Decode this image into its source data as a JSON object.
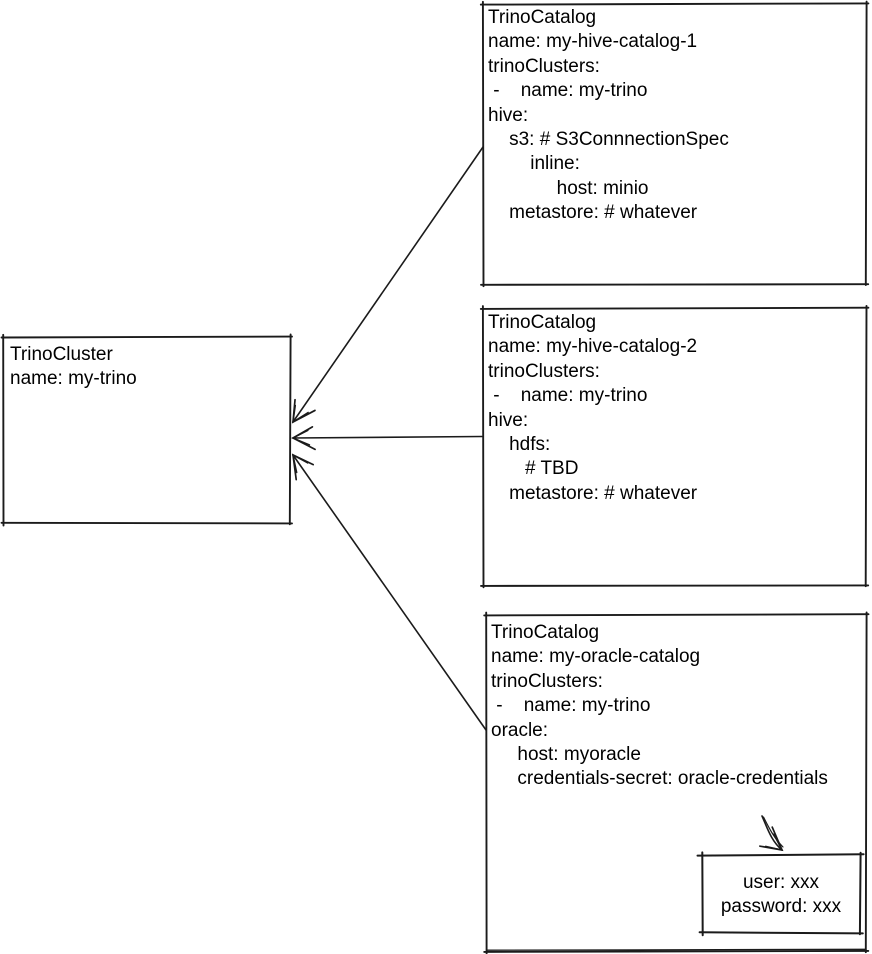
{
  "colors": {
    "stroke": "#1b1b1b",
    "text": "#000000",
    "background": "#ffffff"
  },
  "nodes": {
    "cluster": {
      "kind": "TrinoCluster",
      "lines": [
        "TrinoCluster",
        "name: my-trino"
      ]
    },
    "catalog1": {
      "kind": "TrinoCatalog",
      "lines": [
        "TrinoCatalog",
        "name: my-hive-catalog-1",
        "trinoClusters:",
        " -    name: my-trino",
        "hive:",
        "    s3: # S3ConnnectionSpec",
        "        inline:",
        "             host: minio",
        "    metastore: # whatever"
      ]
    },
    "catalog2": {
      "kind": "TrinoCatalog",
      "lines": [
        "TrinoCatalog",
        "name: my-hive-catalog-2",
        "trinoClusters:",
        " -    name: my-trino",
        "hive:",
        "    hdfs:",
        "       # TBD",
        "    metastore: # whatever"
      ]
    },
    "catalog3": {
      "kind": "TrinoCatalog",
      "lines": [
        "TrinoCatalog",
        "name: my-oracle-catalog",
        "trinoClusters:",
        " -    name: my-trino",
        "oracle:",
        "     host: myoracle",
        "     credentials-secret: oracle-credentials"
      ]
    },
    "secret": {
      "kind": "Secret",
      "lines": [
        "user: xxx",
        "password: xxx"
      ]
    }
  }
}
